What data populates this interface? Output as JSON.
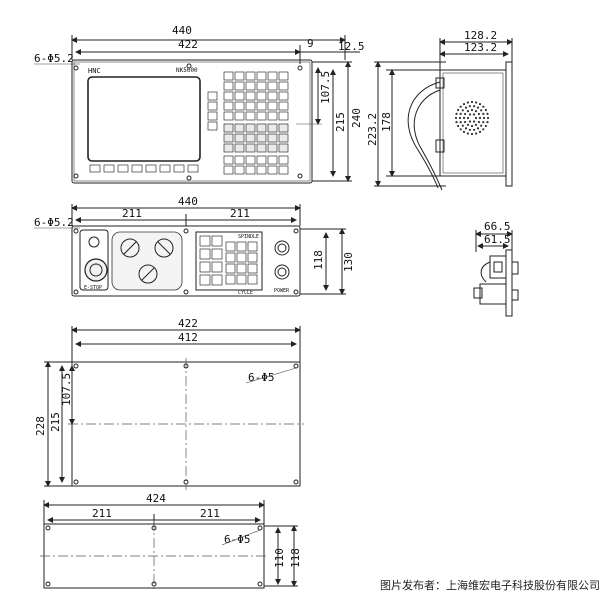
{
  "front_view": {
    "dim_overall_width": "440",
    "dim_hole_spacing": "422",
    "dim_right_offset": "9",
    "dim_right_margin": "12.5",
    "dim_holes_note": "6-Φ5.2",
    "dim_keypad_height": "107.5",
    "dim_inner_height": "215",
    "dim_overall_height": "240",
    "brand_label": "HNC",
    "model_label": "NK5000"
  },
  "side_view": {
    "dim_width_outer": "128.2",
    "dim_width_inner": "123.2",
    "dim_height_outer": "223.2",
    "dim_height_inner": "178"
  },
  "op_panel": {
    "dim_overall_width": "440",
    "dim_left_half": "211",
    "dim_right_half": "211",
    "dim_holes_note": "6-Φ5.2",
    "dim_height_inner": "118",
    "dim_height_outer": "130",
    "estop_label": "E-STOP",
    "spindle_label": "SPINDLE",
    "cycle_label": "CYCLE",
    "power_label": "POWER"
  },
  "small_side": {
    "dim_outer": "66.5",
    "dim_inner": "61.5"
  },
  "cutout_large": {
    "dim_outer_width": "422",
    "dim_inner_width": "412",
    "dim_holes_note": "6-Φ5",
    "dim_half_height": "107.5",
    "dim_inner_height": "215",
    "dim_outer_height": "228"
  },
  "cutout_small": {
    "dim_overall_width": "424",
    "dim_left_half": "211",
    "dim_right_half": "211",
    "dim_holes_note": "6-Φ5",
    "dim_inner_height": "110",
    "dim_outer_height": "118"
  },
  "credit": "图片发布者：上海维宏电子科技股份有限公司"
}
